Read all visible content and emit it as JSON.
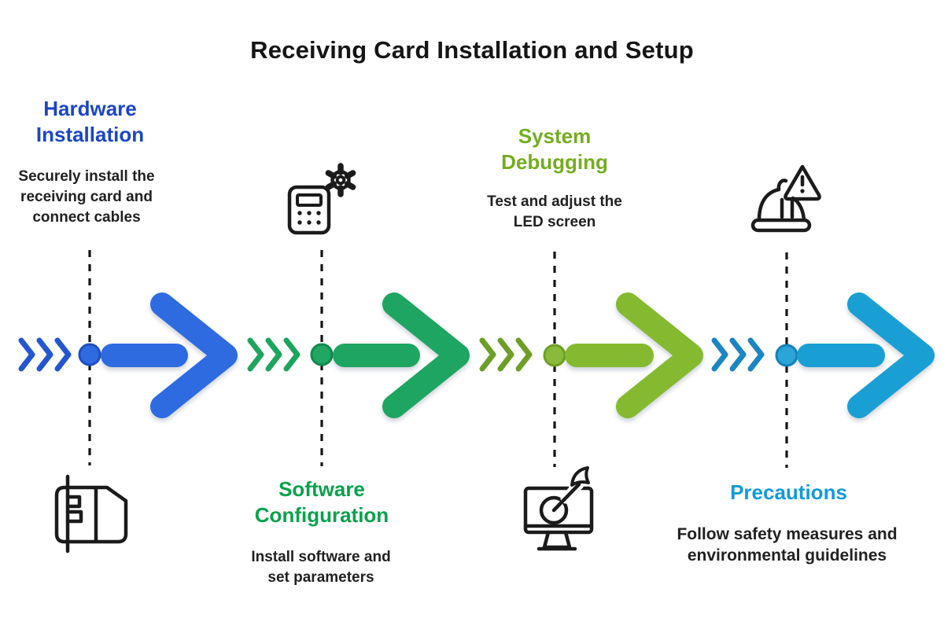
{
  "title": "Receiving Card Installation and Setup",
  "palette": {
    "step1_arrow_blue": "#2f6be0",
    "step1_heading_blue": "#1c46c8",
    "step2_arrow_green": "#1fa562",
    "step2_heading_green": "#0aa14c",
    "step3_arrow_olive": "#85ba30",
    "step3_heading_olive": "#74ad1f",
    "step4_arrow_cyan": "#1a9fd5",
    "step4_heading_cyan": "#129ad8",
    "dashed_line": "#141414",
    "icon_stroke": "#1b1b1b",
    "title_text": "#151515",
    "body_text": "#212121",
    "background": "#ffffff"
  },
  "steps": [
    {
      "id": 1,
      "title": "Hardware Installation",
      "title_lines": [
        "Hardware",
        "Installation"
      ],
      "description": "Securely install the receiving card and connect cables",
      "desc_lines": [
        "Securely install the",
        "receiving card and",
        "connect cables"
      ],
      "icon": "receiving-card-icon",
      "accent": "#2f6be0",
      "text_position": "top",
      "icon_position": "bottom"
    },
    {
      "id": 2,
      "title": "Software Configuration",
      "title_lines": [
        "Software",
        "Configuration"
      ],
      "description": "Install software and set parameters",
      "desc_lines": [
        "Install software and",
        "set parameters"
      ],
      "icon": "calculator-gear-icon",
      "accent": "#1fa562",
      "text_position": "bottom",
      "icon_position": "top"
    },
    {
      "id": 3,
      "title": "System Debugging",
      "title_lines": [
        "System",
        "Debugging"
      ],
      "description": "Test and adjust the LED screen",
      "desc_lines": [
        "Test and adjust the",
        "LED screen"
      ],
      "icon": "monitor-dart-icon",
      "accent": "#85ba30",
      "text_position": "top",
      "icon_position": "bottom"
    },
    {
      "id": 4,
      "title": "Precautions",
      "title_lines": [
        "Precautions"
      ],
      "description": "Follow safety measures and environmental guidelines",
      "desc_lines": [
        "Follow safety measures and",
        "environmental guidelines"
      ],
      "icon": "hardhat-warning-icon",
      "accent": "#1a9fd5",
      "text_position": "bottom",
      "icon_position": "top"
    }
  ]
}
